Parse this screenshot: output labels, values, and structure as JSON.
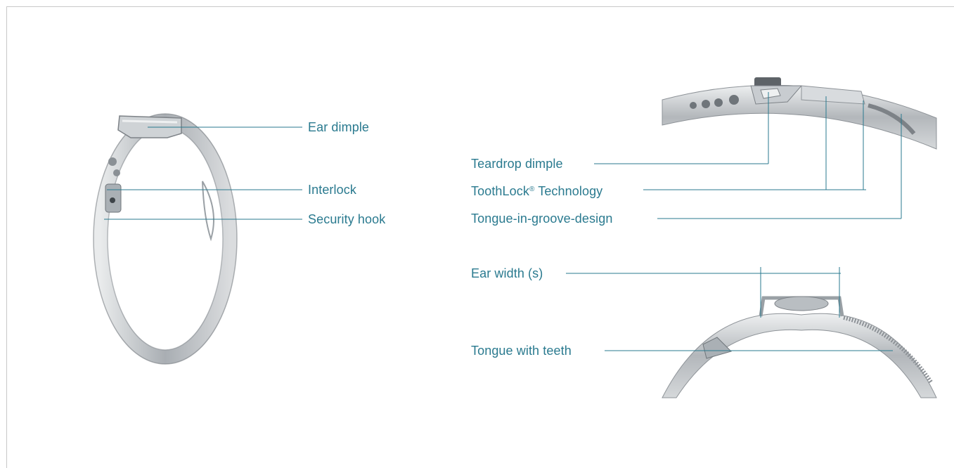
{
  "colors": {
    "label": "#2a7a8f",
    "leader": "#2a7a8f",
    "frame": "#c8c8c8",
    "metal": "#b8bcc0"
  },
  "left_view": {
    "image": "clamp-full-view",
    "labels": {
      "ear_dimple": "Ear dimple",
      "interlock": "Interlock",
      "security_hook": "Security hook"
    }
  },
  "top_right_view": {
    "image": "clamp-closure-detail",
    "labels": {
      "teardrop_dimple": "Teardrop dimple",
      "toothlock_name": "ToothLock",
      "toothlock_reg": "®",
      "toothlock_suffix": " Technology",
      "tongue_in_groove": "Tongue-in-groove-design"
    }
  },
  "bottom_right_view": {
    "image": "clamp-ear-detail",
    "labels": {
      "ear_width": "Ear width (s)",
      "tongue_with_teeth": "Tongue with teeth"
    }
  }
}
